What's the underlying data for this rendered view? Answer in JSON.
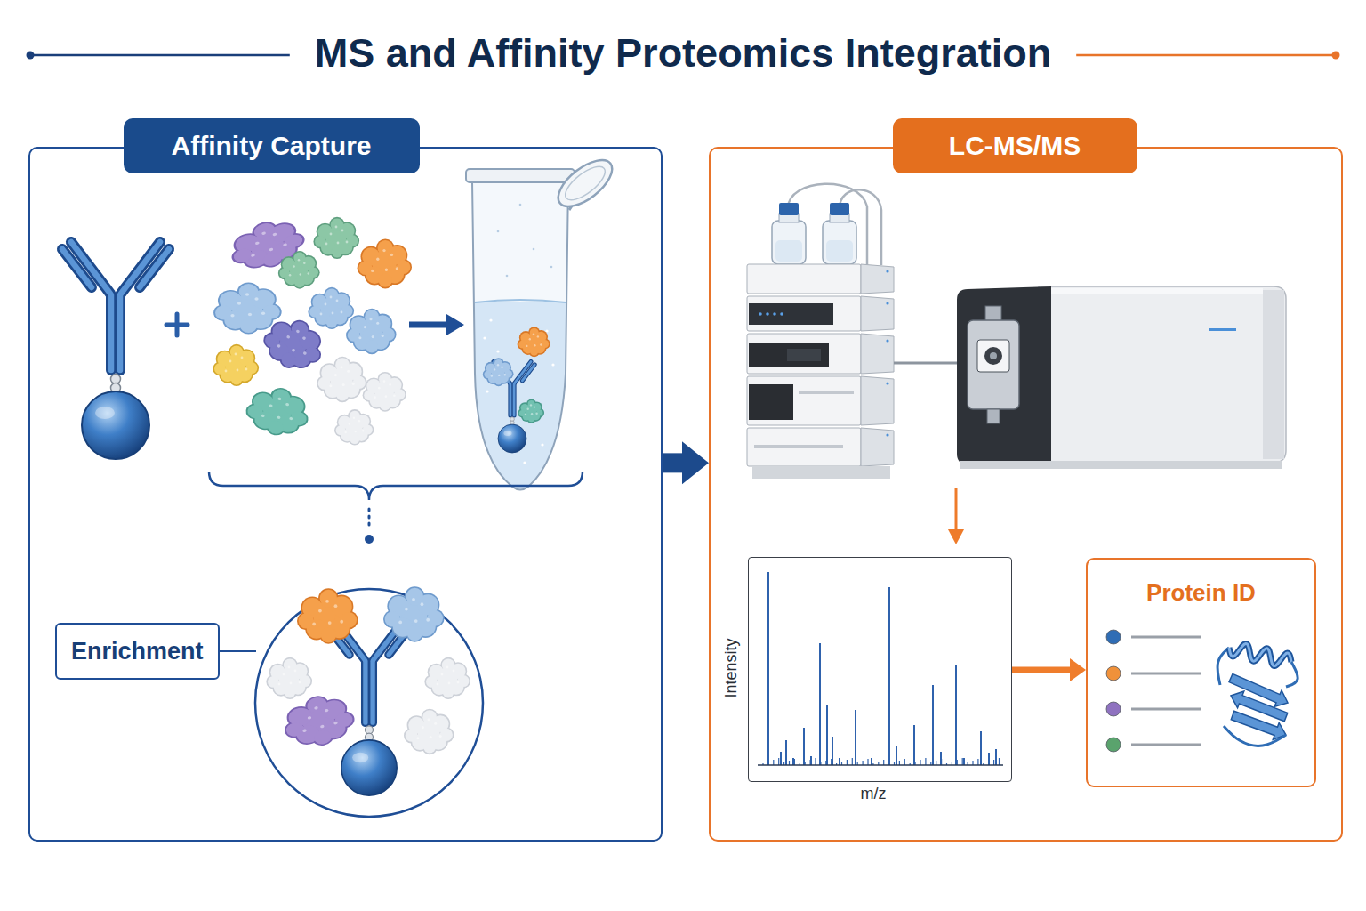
{
  "diagram": {
    "title": "MS and Affinity Proteomics Integration",
    "nodes": [
      {
        "text": [
          "Affinity Capture"
        ]
      },
      {
        "text": [
          "Enrichment"
        ],
        "in": 0
      },
      {
        "text": [
          "LC-MS/MS"
        ]
      },
      {
        "text": [
          "Intensity",
          "m/z"
        ],
        "in": 2
      },
      {
        "text": [
          "Protein ID"
        ],
        "in": 2
      }
    ],
    "edges": [
      {
        "from": 0,
        "to": 2,
        "arrow": "to"
      },
      {
        "from": 3,
        "to": 4,
        "arrow": "to"
      }
    ]
  }
}
